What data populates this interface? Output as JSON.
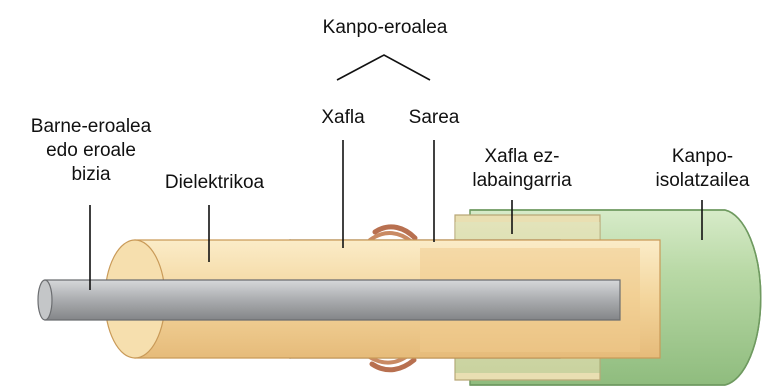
{
  "labels": {
    "outer_conductor": "Kanpo-eroalea",
    "foil": "Xafla",
    "braid": "Sarea",
    "inner_conductor": [
      "Barne-eroalea",
      "edo eroale",
      "bizia"
    ],
    "dielectric": "Dielektrikoa",
    "non_slip_foil": [
      "Xafla ez-",
      "labaingarria"
    ],
    "outer_insulator": [
      "Kanpo-",
      "isolatzailea"
    ]
  },
  "colors": {
    "core": "#a7a9ab",
    "dielectric": "#f5cd8e",
    "foil": "#8d9fb8",
    "braid": "#c98a63",
    "non_slip_foil": "#e7dcae",
    "jacket": "#b5d5a3",
    "leader_line": "#111111"
  }
}
